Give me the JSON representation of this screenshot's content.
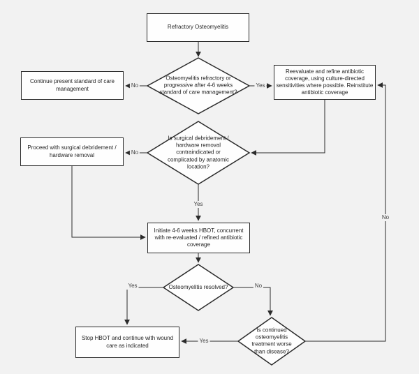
{
  "page": {
    "background": "#f2f2f2",
    "line_color": "#2b2b2b",
    "node_fill": "#fefefe",
    "node_border": "#2b2b2b",
    "text_color": "#1f1f1f"
  },
  "nodes": {
    "start": {
      "label": "Refractory Osteomyelitis"
    },
    "decision_refractory": {
      "label": "Osteomyelitis refractory or progressive after 4-6 weeks standard of care management?"
    },
    "continue_care": {
      "label": "Continue present standard of care management"
    },
    "reevaluate_antibiotics": {
      "label": "Reevaluate and refine antibiotic coverage, using culture-directed sensitivities where possible. Reinstitute antibiotic coverage"
    },
    "decision_surgery": {
      "label": "Is surgical debridement / hardware removal contraindicated or complicated by anatomic location?"
    },
    "proceed_surgery": {
      "label": "Proceed with surgical debridement / hardware removal"
    },
    "initiate_hbot": {
      "label": "Initiate 4-6 weeks HBOT, concurrent with re-evaluated / refined antibiotic coverage"
    },
    "decision_resolved": {
      "label": "Osteomyelitis resolved?"
    },
    "stop_hbot": {
      "label": "Stop HBOT and continue with wound care as indicated"
    },
    "decision_worse": {
      "label": "Is continued osteomyelitis treatment worse than disease?"
    }
  },
  "edge_labels": {
    "refractory_no": "No",
    "refractory_yes": "Yes",
    "surgery_no": "No",
    "surgery_yes": "Yes",
    "resolved_yes": "Yes",
    "resolved_no": "No",
    "worse_yes": "Yes",
    "worse_no": "No"
  }
}
